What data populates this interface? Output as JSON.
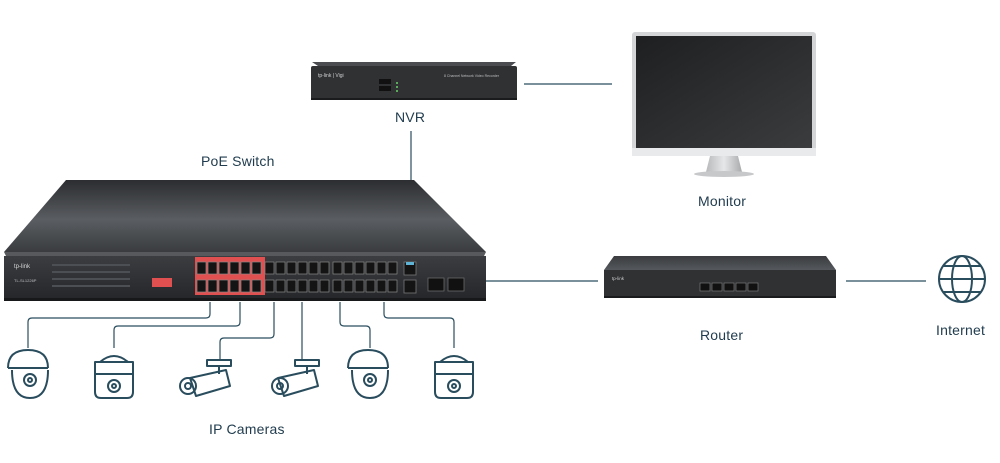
{
  "labels": {
    "nvr": "NVR",
    "poe_switch": "PoE Switch",
    "monitor": "Monitor",
    "router": "Router",
    "internet": "Internet",
    "ip_cameras": "IP Cameras"
  },
  "device_text": {
    "nvr_brand": "tp-link | Vigi",
    "nvr_model": "8 Channel Network Video Recorder",
    "switch_brand": "tp-link",
    "switch_model": "TL-SL1226P",
    "router_brand": "tp-link"
  },
  "cameras": [
    {
      "type": "turret"
    },
    {
      "type": "dome"
    },
    {
      "type": "bullet"
    },
    {
      "type": "bullet"
    },
    {
      "type": "turret"
    },
    {
      "type": "dome"
    }
  ],
  "colors": {
    "line": "#2a4d5e",
    "poe_ports": "#e05050",
    "device_dark": "#2f3133",
    "label": "#1f3b4d",
    "icon": "#2a4d5e"
  },
  "icons": [
    "globe-icon",
    "camera-icon"
  ]
}
